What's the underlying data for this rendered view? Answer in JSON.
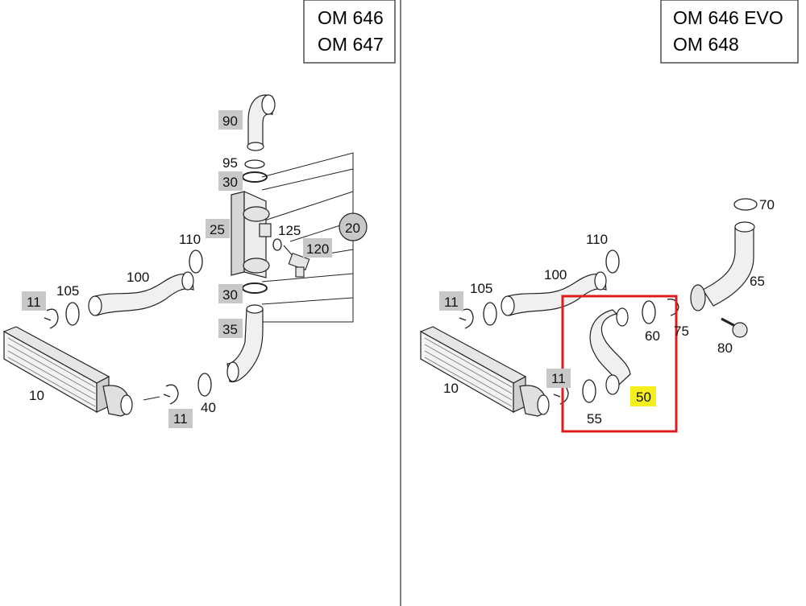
{
  "panels": [
    {
      "engine_lines": [
        "OM 646",
        "OM 647"
      ],
      "labels": [
        {
          "text": "90",
          "style": "gray"
        },
        {
          "text": "95",
          "style": "plain"
        },
        {
          "text": "30",
          "style": "gray"
        },
        {
          "text": "25",
          "style": "gray"
        },
        {
          "text": "125",
          "style": "plain"
        },
        {
          "text": "120",
          "style": "gray"
        },
        {
          "text": "20",
          "style": "circle"
        },
        {
          "text": "110",
          "style": "plain"
        },
        {
          "text": "100",
          "style": "plain"
        },
        {
          "text": "105",
          "style": "plain"
        },
        {
          "text": "11",
          "style": "gray"
        },
        {
          "text": "30",
          "style": "gray"
        },
        {
          "text": "35",
          "style": "gray"
        },
        {
          "text": "10",
          "style": "plain"
        },
        {
          "text": "40",
          "style": "plain"
        },
        {
          "text": "11",
          "style": "gray"
        }
      ]
    },
    {
      "engine_lines": [
        "OM 646 EVO",
        "OM 648"
      ],
      "labels": [
        {
          "text": "70",
          "style": "plain"
        },
        {
          "text": "65",
          "style": "plain"
        },
        {
          "text": "110",
          "style": "plain"
        },
        {
          "text": "100",
          "style": "plain"
        },
        {
          "text": "105",
          "style": "plain"
        },
        {
          "text": "11",
          "style": "gray"
        },
        {
          "text": "60",
          "style": "plain"
        },
        {
          "text": "75",
          "style": "plain"
        },
        {
          "text": "80",
          "style": "plain"
        },
        {
          "text": "10",
          "style": "plain"
        },
        {
          "text": "11",
          "style": "gray"
        },
        {
          "text": "55",
          "style": "plain"
        },
        {
          "text": "50",
          "style": "yellow"
        }
      ]
    }
  ],
  "colors": {
    "line": "#222222",
    "part_fill": "#f2f2f2",
    "part_shade": "#d8d8d8",
    "gray_label": "#c8c8c8",
    "yellow_label": "#f4ef1c",
    "highlight_box": "#dd1c1c"
  }
}
